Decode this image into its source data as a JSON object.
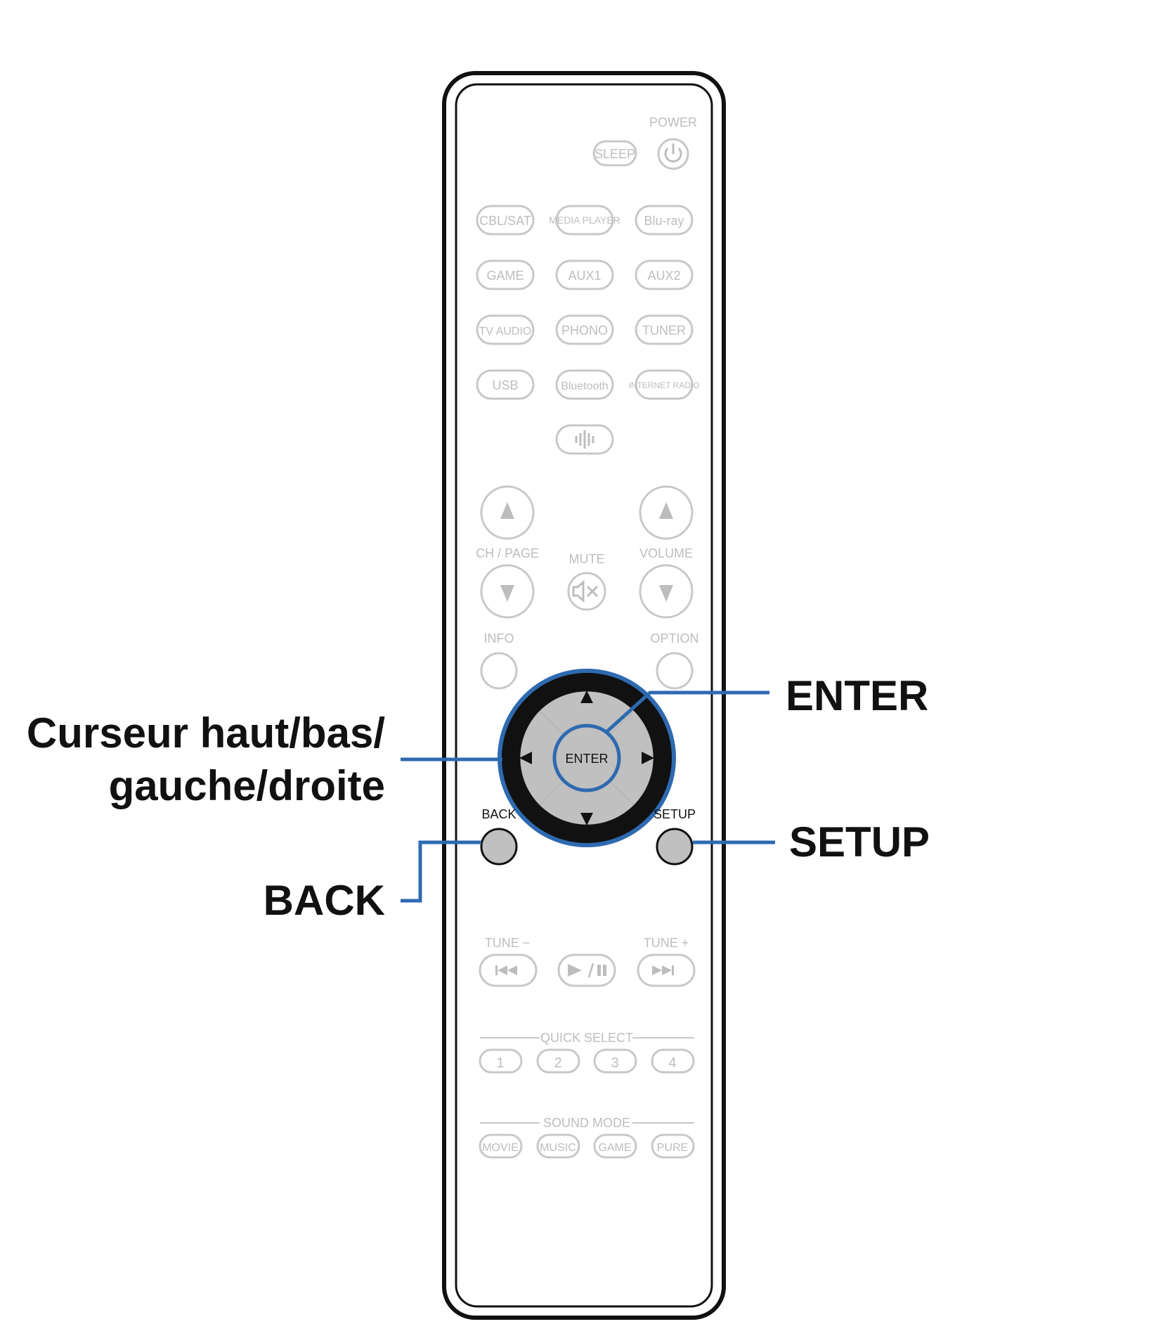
{
  "remote": {
    "power_label": "POWER",
    "sleep_label": "SLEEP",
    "source_buttons": [
      [
        "CBL/SAT",
        "MEDIA PLAYER",
        "Blu-ray"
      ],
      [
        "GAME",
        "AUX1",
        "AUX2"
      ],
      [
        "TV AUDIO",
        "PHONO",
        "TUNER"
      ],
      [
        "USB",
        "Bluetooth",
        "INTERNET RADIO"
      ]
    ],
    "ch_page_label": "CH / PAGE",
    "mute_label": "MUTE",
    "volume_label": "VOLUME",
    "info_label": "INFO",
    "option_label": "OPTION",
    "enter_label": "ENTER",
    "back_label": "BACK",
    "setup_label": "SETUP",
    "tune_minus_label": "TUNE −",
    "tune_plus_label": "TUNE +",
    "quick_select_label": "QUICK SELECT",
    "quick_select_buttons": [
      "1",
      "2",
      "3",
      "4"
    ],
    "sound_mode_label": "SOUND MODE",
    "sound_mode_buttons": [
      "MOVIE",
      "MUSIC",
      "GAME",
      "PURE"
    ]
  },
  "callouts": {
    "enter": "ENTER",
    "cursor_line1": "Curseur haut/bas/",
    "cursor_line2": "gauche/droite",
    "setup": "SETUP",
    "back": "BACK"
  },
  "colors": {
    "accent": "#2e6ab0",
    "highlight_button": "#c0c0c0",
    "faded_text": "#bdbdbd"
  }
}
